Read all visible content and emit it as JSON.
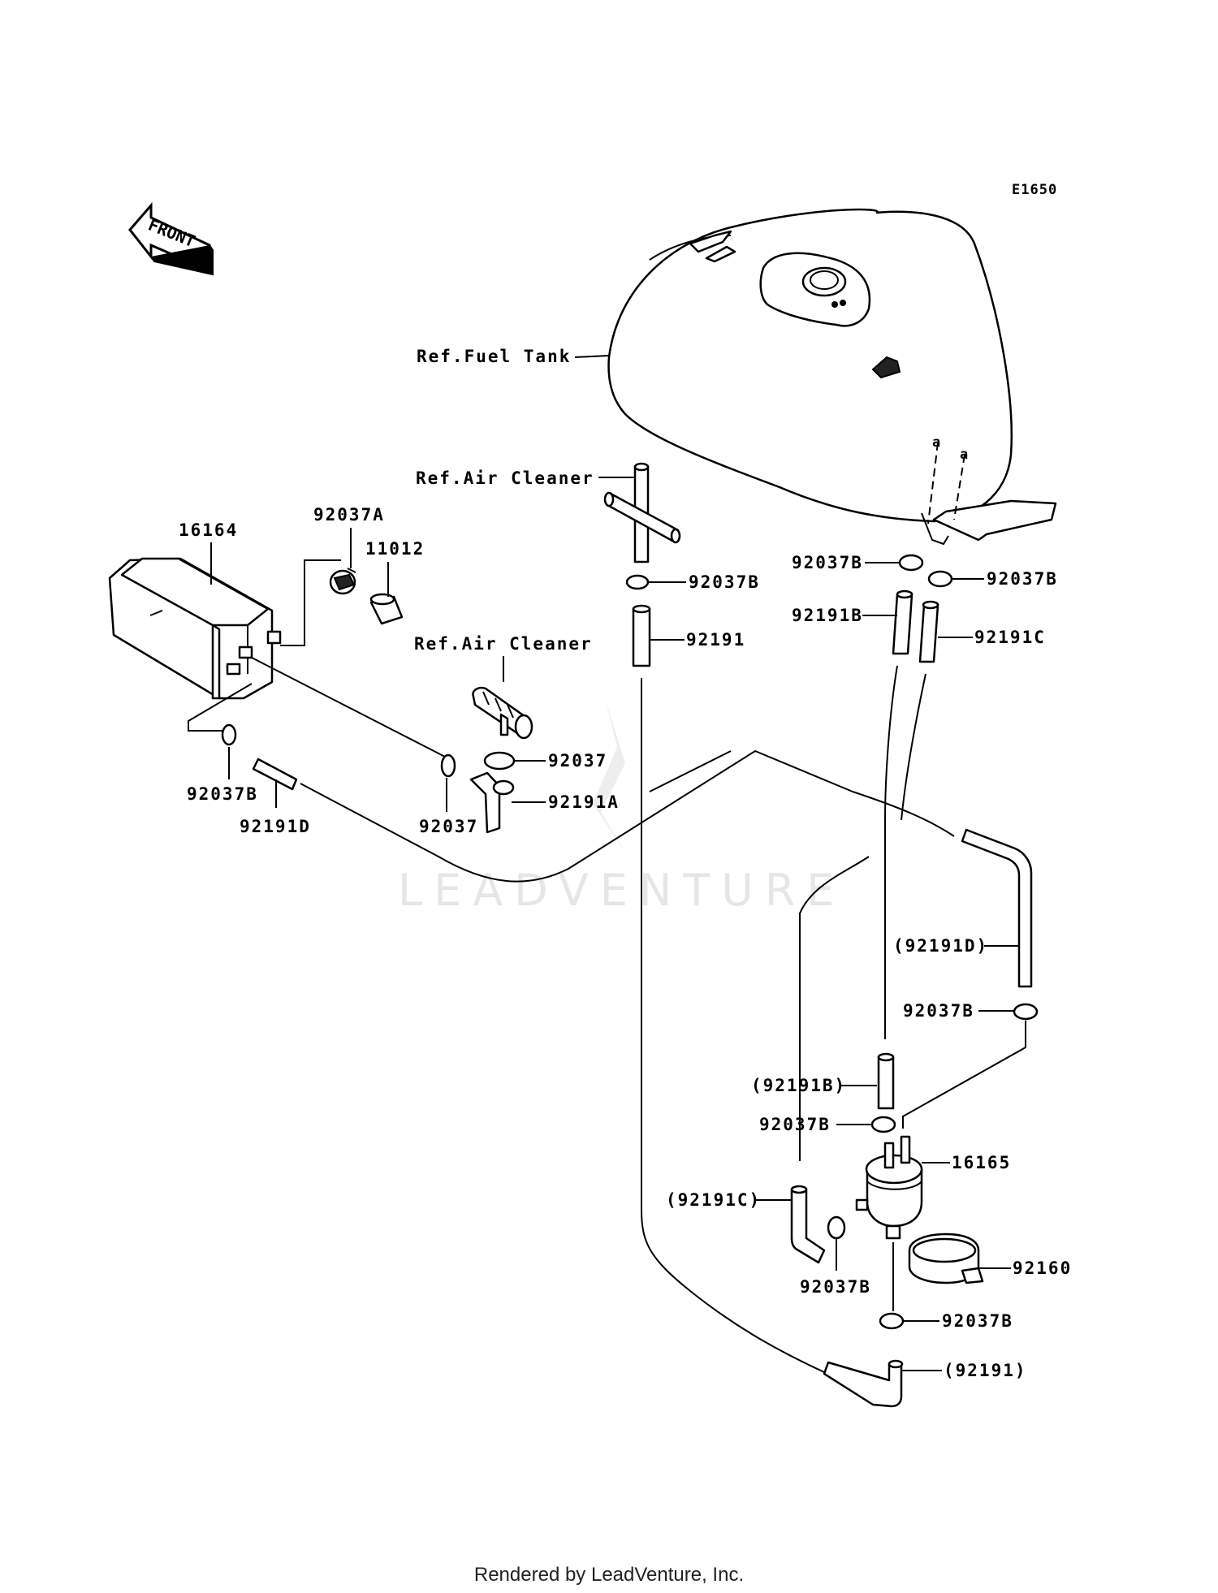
{
  "diagram_code": "E1650",
  "front_label": "FRONT",
  "watermark": "LEADVENTURE",
  "footer": "Rendered by LeadVenture, Inc.",
  "callouts": {
    "ref_fuel_tank": "Ref.Fuel Tank",
    "ref_air_cleaner_1": "Ref.Air Cleaner",
    "ref_air_cleaner_2": "Ref.Air Cleaner",
    "p16164": "16164",
    "p92037A": "92037A",
    "p11012": "11012",
    "p92037B_1": "92037B",
    "p92037B_2": "92037B",
    "p92037B_3": "92037B",
    "p92037B_4": "92037B",
    "p92037B_5": "92037B",
    "p92037B_6": "92037B",
    "p92037B_7": "92037B",
    "p92037B_8": "92037B",
    "p92191": "92191",
    "p92191B": "92191B",
    "p92191C": "92191C",
    "p92037_1": "92037",
    "p92037_2": "92037",
    "p92191A": "92191A",
    "p92191D": "92191D",
    "p92191D_ref": "(92191D)",
    "p92191B_ref": "(92191B)",
    "p92191C_ref": "(92191C)",
    "p92191_ref": "(92191)",
    "p16165": "16165",
    "p92160": "92160"
  }
}
